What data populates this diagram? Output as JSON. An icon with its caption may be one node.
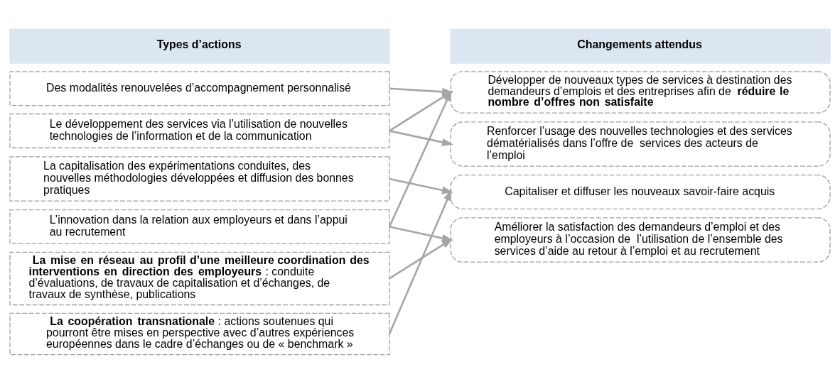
{
  "diagram": {
    "nodes": [
      {
        "text": [
          "Types d’actions"
        ]
      },
      {
        "text": [
          "Changements attendus"
        ]
      },
      {
        "text": [
          "Des modalités renouvelées d’accompagnement personnalisé"
        ]
      },
      {
        "text": [
          "Le développement des services via l’utilisation de nouvelles technologies de l’information et de la communication"
        ]
      },
      {
        "text": [
          "La capitalisation des expérimentations conduites, des nouvelles méthodologies développées et diffusion des bonnes pratiques"
        ]
      },
      {
        "text": [
          "L’innovation dans la relation aux employeurs et dans l’appui au recrutement"
        ]
      },
      {
        "text": [
          "**La mise en réseau au profil d’une meilleure coordination des interventions en direction des employeurs** : conduite d’évaluations, de travaux de capitalisation et d’échanges, de travaux de synthèse, publications"
        ]
      },
      {
        "text": [
          "**La coopération transnationale** : actions soutenues qui pourront être mises en perspective avec d’autres expériences européennes dans le cadre d’échanges ou de « benchmark »"
        ]
      },
      {
        "text": [
          "Développer de nouveaux types de services à destination des demandeurs d’emplois et des entreprises afin de **réduire le nombre d’offres non satisfaite**"
        ]
      },
      {
        "text": [
          "Renforcer l’usage des nouvelles technologies et des services dématérialisés dans l’offre de  services des acteurs de l’emploi"
        ]
      },
      {
        "text": [
          "Capitaliser et diffuser les nouveaux savoir-faire acquis"
        ]
      },
      {
        "text": [
          "Améliorer la satisfaction des demandeurs d’emploi et des employeurs à l’occasion de  l’utilisation de l’ensemble des services d’aide au retour à l’emploi et au recrutement"
        ]
      }
    ],
    "edges": [
      {
        "from": 2,
        "to": 8,
        "arrow": "to"
      },
      {
        "from": 3,
        "to": 8,
        "arrow": "to"
      },
      {
        "from": 3,
        "to": 9,
        "arrow": "to"
      },
      {
        "from": 4,
        "to": 10,
        "arrow": "to"
      },
      {
        "from": 5,
        "to": 8,
        "arrow": "to"
      },
      {
        "from": 5,
        "to": 11,
        "arrow": "to"
      },
      {
        "from": 6,
        "to": 11,
        "arrow": "to"
      },
      {
        "from": 7,
        "to": 10,
        "arrow": "to"
      }
    ]
  }
}
